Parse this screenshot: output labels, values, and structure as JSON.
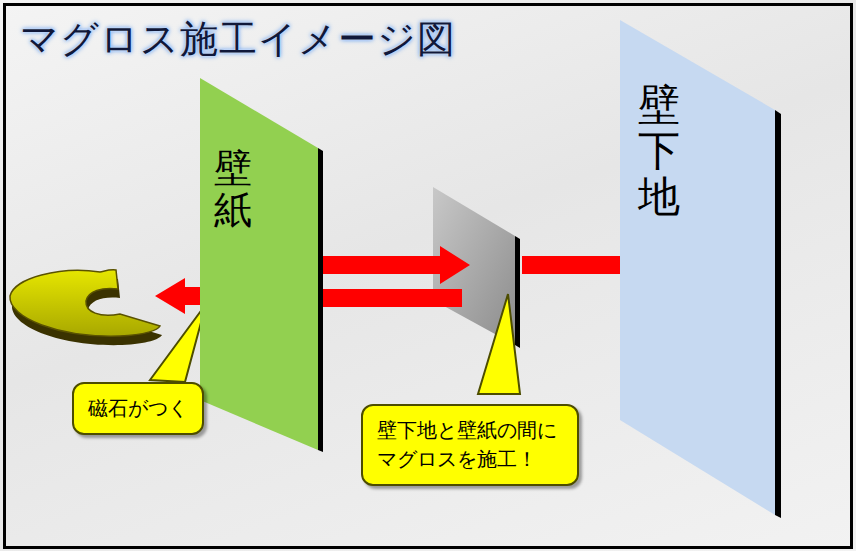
{
  "diagram": {
    "title": "マグロス施工イメージ図",
    "nodes": [
      {
        "text": [
          "壁紙"
        ]
      },
      {
        "text": [
          "壁下地"
        ]
      },
      {
        "text": [
          "磁石がつく"
        ]
      },
      {
        "text": [
          "壁下地と壁紙の間に マグロスを施工！"
        ]
      }
    ]
  }
}
